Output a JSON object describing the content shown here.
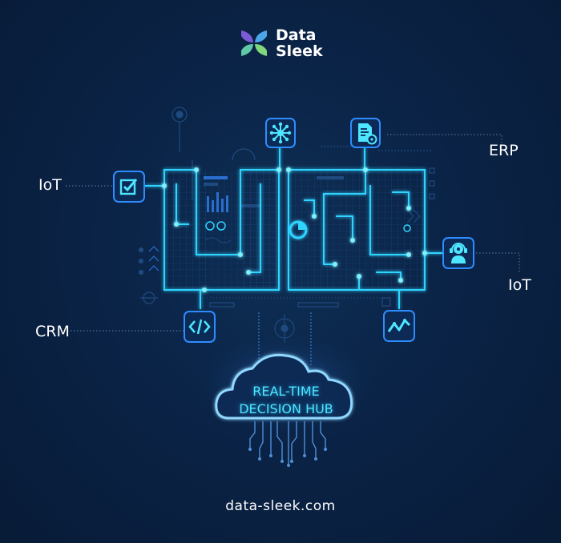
{
  "brand": {
    "name_line1": "Data",
    "name_line2": "Sleek",
    "logo_icon": "butterfly-logo-icon"
  },
  "nodes": [
    {
      "id": "iot-left",
      "label": "IoT",
      "icon": "checkbox-icon"
    },
    {
      "id": "erp",
      "label": "ERP",
      "icon": "document-gear-icon"
    },
    {
      "id": "iot-right",
      "label": "IoT",
      "icon": "headset-person-icon"
    },
    {
      "id": "crm",
      "label": "CRM",
      "icon": "code-icon"
    }
  ],
  "unlabeled_nodes": [
    {
      "id": "network",
      "icon": "network-hub-icon"
    },
    {
      "id": "analytics",
      "icon": "line-chart-icon"
    }
  ],
  "hub": {
    "line1": "REAL-TIME",
    "line2": "DECISION HUB",
    "icon": "cloud-icon"
  },
  "footer": {
    "url": "data-sleek.com"
  },
  "colors": {
    "background": "#0a2346",
    "circuit": "#2fd4ff",
    "icon_border": "#2f8cff",
    "hub_text": "#4ee6ff",
    "text": "#ffffff"
  }
}
